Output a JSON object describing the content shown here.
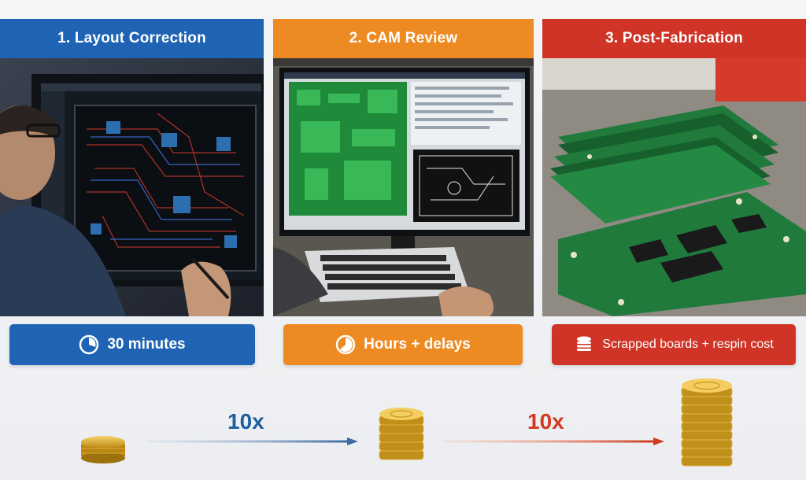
{
  "steps": [
    {
      "title": "1. Layout Correction",
      "cost": "30 minutes",
      "color": "#1f64b4",
      "icon": "clock-icon"
    },
    {
      "title": "2. CAM Review",
      "cost": "Hours + delays",
      "color": "#ee8a22",
      "icon": "clock-icon"
    },
    {
      "title": "3. Post-Fabrication",
      "cost": "Scrapped boards + respin cost",
      "color": "#cf3427",
      "icon": "coin-stack-icon"
    }
  ],
  "multipliers": [
    "10x",
    "10x"
  ],
  "coin_stacks": [
    "single-coin-icon",
    "small-coin-stack-icon",
    "large-coin-stack-icon"
  ]
}
